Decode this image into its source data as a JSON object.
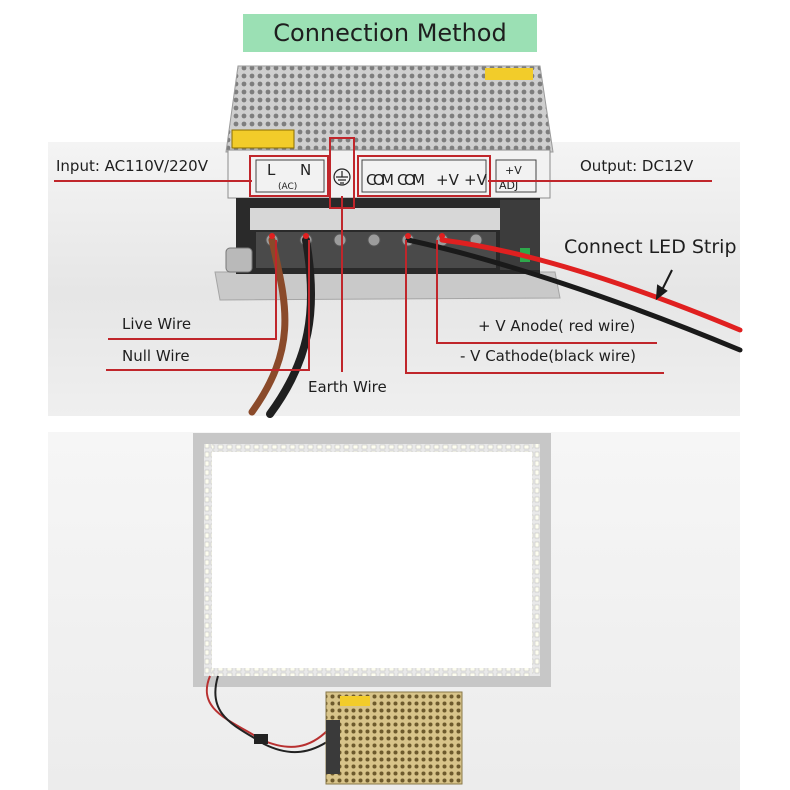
{
  "title": "Connection Method",
  "colors": {
    "title_bg": "#9be0b4",
    "callout_line": "#c0262b",
    "red_wire": "#e02020",
    "black_wire": "#1a1a1a"
  },
  "psu_panel": {
    "terminal_L": "L",
    "terminal_N": "N",
    "terminal_ac": "(AC)",
    "earth_symbol": "ground-icon",
    "com1": "COM",
    "com2": "COM",
    "vplus1": "+V",
    "vplus2": "+V",
    "adj_top": "+V",
    "adj_bottom": "ADJ"
  },
  "labels": {
    "input": "Input: AC110V/220V",
    "output": "Output: DC12V",
    "connect_led": "Connect LED Strip",
    "live_wire": "Live Wire",
    "null_wire": "Null Wire",
    "earth_wire": "Earth Wire",
    "anode": "+ V  Anode( red wire)",
    "cathode": "- V  Cathode(black wire)"
  }
}
